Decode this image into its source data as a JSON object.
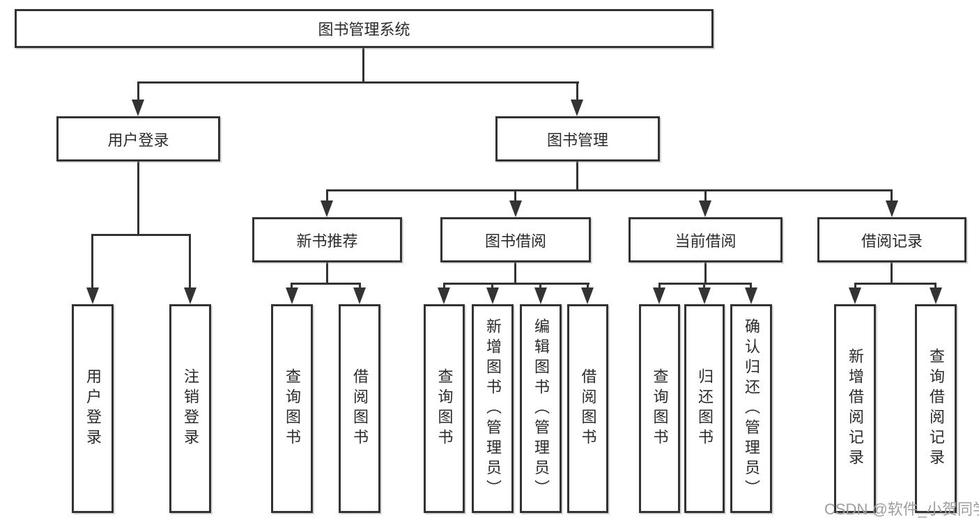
{
  "diagram": {
    "root": {
      "label": "图书管理系统"
    },
    "level2": [
      {
        "label": "用户登录"
      },
      {
        "label": "图书管理"
      }
    ],
    "level3": [
      {
        "label": "新书推荐"
      },
      {
        "label": "图书借阅"
      },
      {
        "label": "当前借阅"
      },
      {
        "label": "借阅记录"
      }
    ],
    "leaves": [
      {
        "label": "用户登录"
      },
      {
        "label": "注销登录"
      },
      {
        "label": "查询图书"
      },
      {
        "label": "借阅图书"
      },
      {
        "label": "查询图书"
      },
      {
        "label": "新增图书（管理员）"
      },
      {
        "label": "编辑图书（管理员）"
      },
      {
        "label": "借阅图书"
      },
      {
        "label": "查询图书"
      },
      {
        "label": "归还图书"
      },
      {
        "label": "确认归还（管理员）"
      },
      {
        "label": "新增借阅记录"
      },
      {
        "label": "查询借阅记录"
      }
    ]
  },
  "watermark": {
    "text": "CSDN @软件_小贺同学"
  },
  "colors": {
    "line": "#333333",
    "text": "#2b2b2b",
    "watermark": "#9e9e9e",
    "background": "#ffffff"
  }
}
